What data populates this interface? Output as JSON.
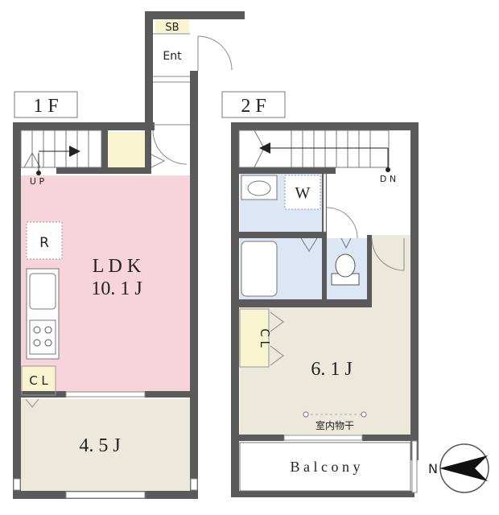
{
  "floors": {
    "first": {
      "label": "1 F",
      "rooms": {
        "ldk_name": "L D K",
        "ldk_size": "10. 1 J",
        "room2_size": "4. 5 J",
        "closet": "C L",
        "fridge": "R",
        "shoebox": "SB",
        "entrance": "Ent",
        "stairs_up": "U P"
      }
    },
    "second": {
      "label": "2 F",
      "rooms": {
        "washer": "W",
        "closet": "C L",
        "room_size": "6. 1 J",
        "drying": "室内物干",
        "balcony": "B a l c o n y",
        "stairs_down": "D N"
      }
    }
  },
  "compass": {
    "label": "N"
  },
  "colors": {
    "wall": "#5a5a5a",
    "ldk_fill": "#f7d3dc",
    "tatami_fill": "#ece9dc",
    "wet_fill": "#dde6f4",
    "storage_fill": "#f7f4cf"
  }
}
